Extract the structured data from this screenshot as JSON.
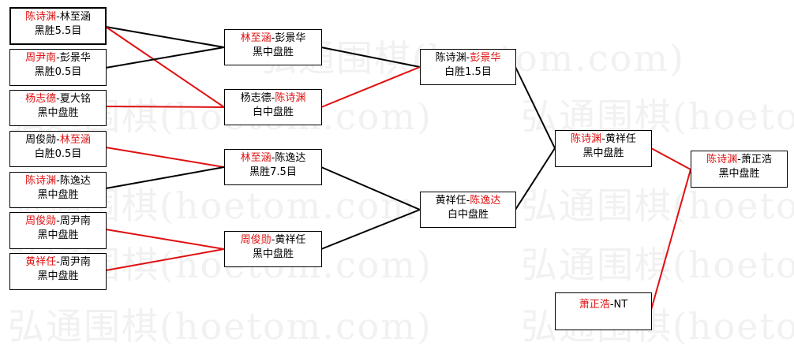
{
  "watermark": "弘通围棋(hoetom.com)",
  "colors": {
    "winner": "#e01010",
    "line_red": "#e01010",
    "line_black": "#000000"
  },
  "round1": [
    {
      "p1": "陈诗渊",
      "p2": "林至涵",
      "winner": 1,
      "result": "黑胜5.5目"
    },
    {
      "p1": "周尹南",
      "p2": "彭景华",
      "winner": 1,
      "result": "黑胜0.5目"
    },
    {
      "p1": "杨志德",
      "p2": "夏大铭",
      "winner": 1,
      "result": "黑中盘胜"
    },
    {
      "p1": "周俊勋",
      "p2": "林至涵",
      "winner": 2,
      "result": "白胜0.5目"
    },
    {
      "p1": "陈诗渊",
      "p2": "陈逸达",
      "winner": 1,
      "result": "黑中盘胜"
    },
    {
      "p1": "周俊勋",
      "p2": "周尹南",
      "winner": 1,
      "result": "黑中盘胜"
    },
    {
      "p1": "黄祥任",
      "p2": "周尹南",
      "winner": 1,
      "result": "黑中盘胜"
    }
  ],
  "round2": [
    {
      "p1": "林至涵",
      "p2": "彭景华",
      "winner": 1,
      "result": "黑中盘胜"
    },
    {
      "p1": "杨志德",
      "p2": "陈诗渊",
      "winner": 2,
      "result": "白中盘胜"
    },
    {
      "p1": "林至涵",
      "p2": "陈逸达",
      "winner": 1,
      "result": "黑胜7.5目"
    },
    {
      "p1": "周俊勋",
      "p2": "黄祥任",
      "winner": 1,
      "result": "黑中盘胜"
    }
  ],
  "round3": [
    {
      "p1": "陈诗渊",
      "p2": "彭景华",
      "winner": 2,
      "result": "白胜1.5目"
    },
    {
      "p1": "黄祥任",
      "p2": "陈逸达",
      "winner": 2,
      "result": "白中盘胜"
    }
  ],
  "round4": [
    {
      "p1": "陈诗渊",
      "p2": "黄祥任",
      "winner": 1,
      "result": "黑中盘胜"
    },
    {
      "p1": "萧正浩",
      "p2": "NT",
      "winner": 1,
      "result": ""
    }
  ],
  "final": {
    "p1": "陈诗渊",
    "p2": "萧正浩",
    "winner": 1,
    "result": "黑中盘胜"
  }
}
